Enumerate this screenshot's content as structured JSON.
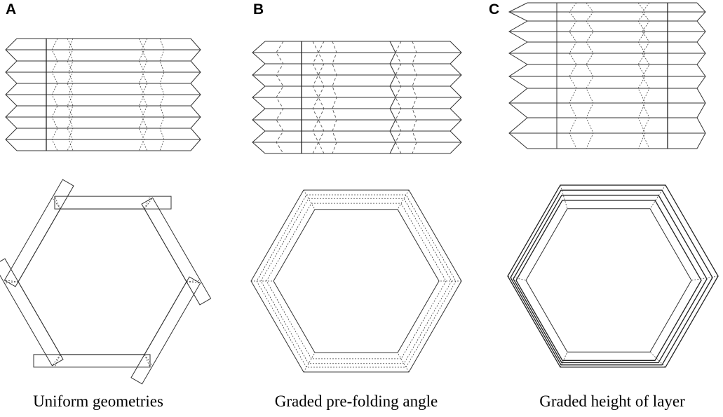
{
  "panels": [
    {
      "letter": "A",
      "caption": "Uniform geometries"
    },
    {
      "letter": "B",
      "caption": "Graded pre-folding angle"
    },
    {
      "letter": "C",
      "caption": "Graded height of layer"
    }
  ]
}
